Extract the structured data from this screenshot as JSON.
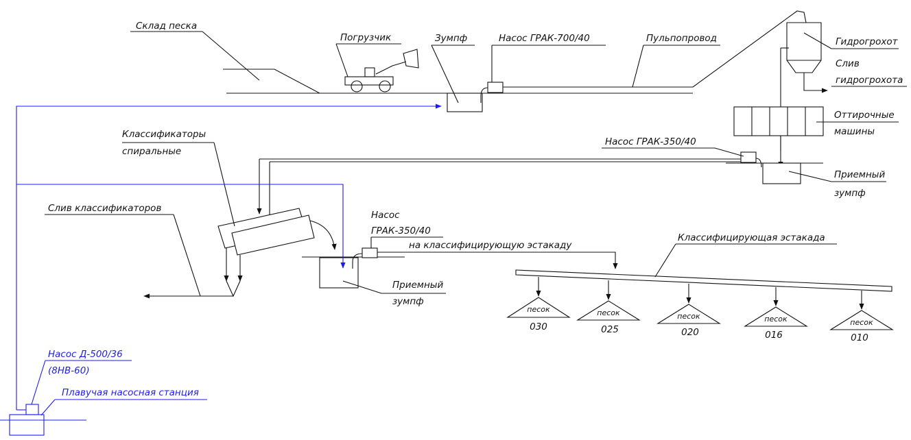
{
  "colors": {
    "line": "#111111",
    "water_line": "#1a1aff"
  },
  "labels": {
    "sklad_peska": "Склад песка",
    "pogruzchik": "Погрузчик",
    "zumpf_top": "Зумпф",
    "nasos_grak_700": "Насос ГРАК-700/40",
    "pulpoprovod": "Пульпопровод",
    "gidrogrohot": "Гидрогрохот",
    "sliv_gidrogrohota_1": "Слив",
    "sliv_gidrogrohota_2": "гидрогрохота",
    "ottirochnye_1": "Оттирочные",
    "ottirochnye_2": "машины",
    "nasos_grak_350_right": "Насос ГРАК-350/40",
    "priemny_zumpf_right_1": "Приемный",
    "priemny_zumpf_right_2": "зумпф",
    "klassifikatory_1": "Классификаторы",
    "klassifikatory_2": "спиральные",
    "sliv_klassifikatorov": "Слив классификаторов",
    "nasos_mid_1": "Насос",
    "nasos_mid_2": "ГРАК-350/40",
    "na_estakadu": "на классифицирующую эстакаду",
    "priemny_zumpf_mid_1": "Приемный",
    "priemny_zumpf_mid_2": "зумпф",
    "estakada": "Классифицирующая эстакада",
    "nasos_d500_1": "Насос Д-500/36",
    "nasos_d500_2": "(8НВ-60)",
    "plavuchaya": "Плавучая насосная станция"
  },
  "sand_piles": [
    {
      "word": "песок",
      "grade": "030"
    },
    {
      "word": "песок",
      "grade": "025"
    },
    {
      "word": "песок",
      "grade": "020"
    },
    {
      "word": "песок",
      "grade": "016"
    },
    {
      "word": "песок",
      "grade": "010"
    }
  ]
}
